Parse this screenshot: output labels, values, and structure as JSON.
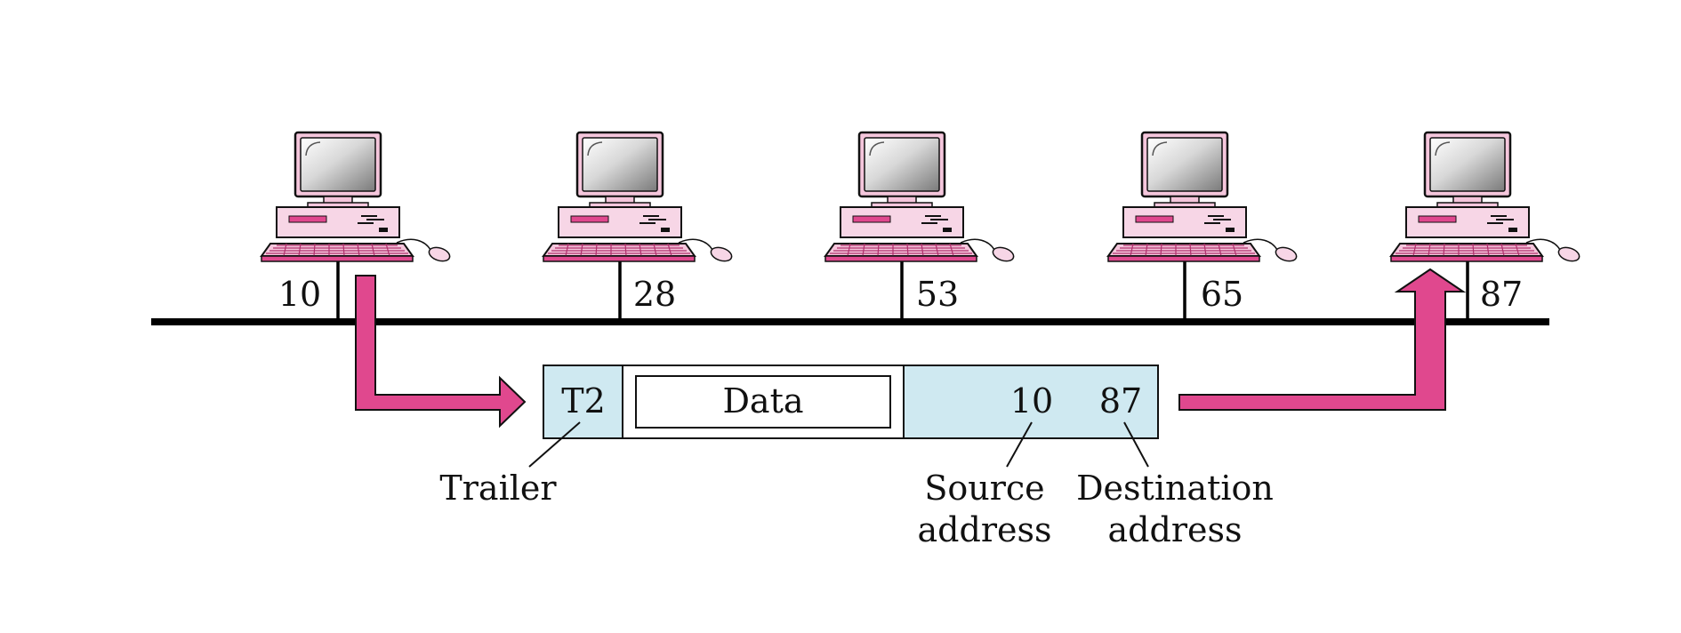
{
  "colors": {
    "accent": "#e0488e",
    "computer_body": "#f7d6e6",
    "frame_fill": "#cfe9f1",
    "bus": "#000000"
  },
  "stations": [
    {
      "address": "10"
    },
    {
      "address": "28"
    },
    {
      "address": "53"
    },
    {
      "address": "65"
    },
    {
      "address": "87"
    }
  ],
  "frame": {
    "trailer_value": "T2",
    "data_label": "Data",
    "source_value": "10",
    "destination_value": "87"
  },
  "annotations": {
    "trailer": "Trailer",
    "source_line1": "Source",
    "source_line2": "address",
    "destination_line1": "Destination",
    "destination_line2": "address"
  }
}
